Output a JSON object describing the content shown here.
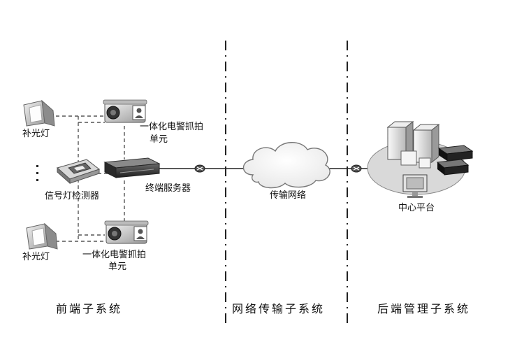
{
  "labels": {
    "fill_light_top": "补光灯",
    "fill_light_bottom": "补光灯",
    "camera_top_line1": "一体化电警抓拍",
    "camera_top_line2": "单元",
    "camera_bottom_line1": "一体化电警抓拍",
    "camera_bottom_line2": "单元",
    "signal_detector": "信号灯检测器",
    "terminal_server": "终端服务器",
    "network": "传输网络",
    "center_platform": "中心平台"
  },
  "sections": {
    "front": "前端子系统",
    "network": "网络传输子系统",
    "backend": "后端管理子系统"
  },
  "icons": {
    "camera": "camera-icon",
    "fill_light": "floodlight-icon",
    "detector": "signal-detector-icon",
    "server": "terminal-server-icon",
    "cloud": "cloud-icon",
    "router": "router-icon",
    "platform": "data-center-icon"
  }
}
